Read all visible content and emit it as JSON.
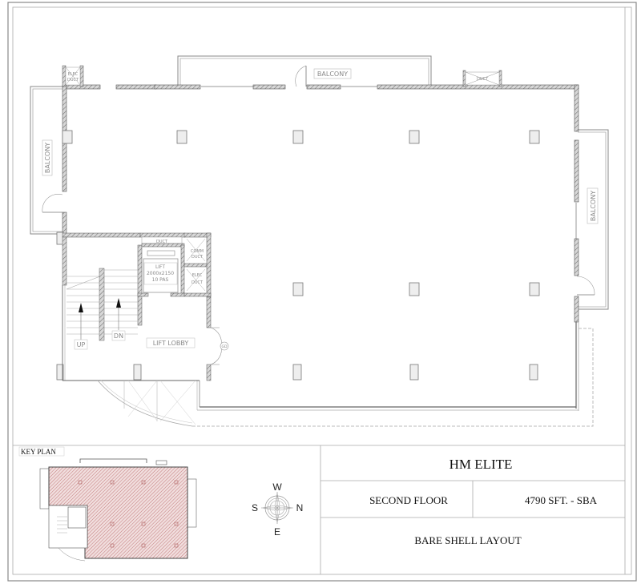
{
  "drawing": {
    "labels": {
      "balcony_top": "BALCONY",
      "balcony_left": "BALCONY",
      "balcony_right": "BALCONY",
      "elec_duct_top_left_1": "ELEC",
      "elec_duct_top_left_2": "DUCT",
      "duct_top_right": "DUCT",
      "duct_core": "DUCT",
      "comm_duct_1": "COMM",
      "comm_duct_2": "DUCT",
      "elec_duct_core_1": "ELEC",
      "elec_duct_core_2": "DUCT",
      "lift_1": "LIFT",
      "lift_2": "2000x2150",
      "lift_3": "10 PAS",
      "stair_up": "UP",
      "stair_down": "DN",
      "lift_lobby": "LIFT LOBBY",
      "glass_door": "GD"
    }
  },
  "key_plan": {
    "title": "KEY PLAN",
    "highlight_color": "#c98a8a"
  },
  "compass": {
    "north": "N",
    "south": "S",
    "east": "E",
    "west": "W"
  },
  "title_block": {
    "project_name": "HM ELITE",
    "floor": "SECOND FLOOR",
    "area": "4790 SFT. - SBA",
    "layout_type": "BARE SHELL LAYOUT"
  }
}
